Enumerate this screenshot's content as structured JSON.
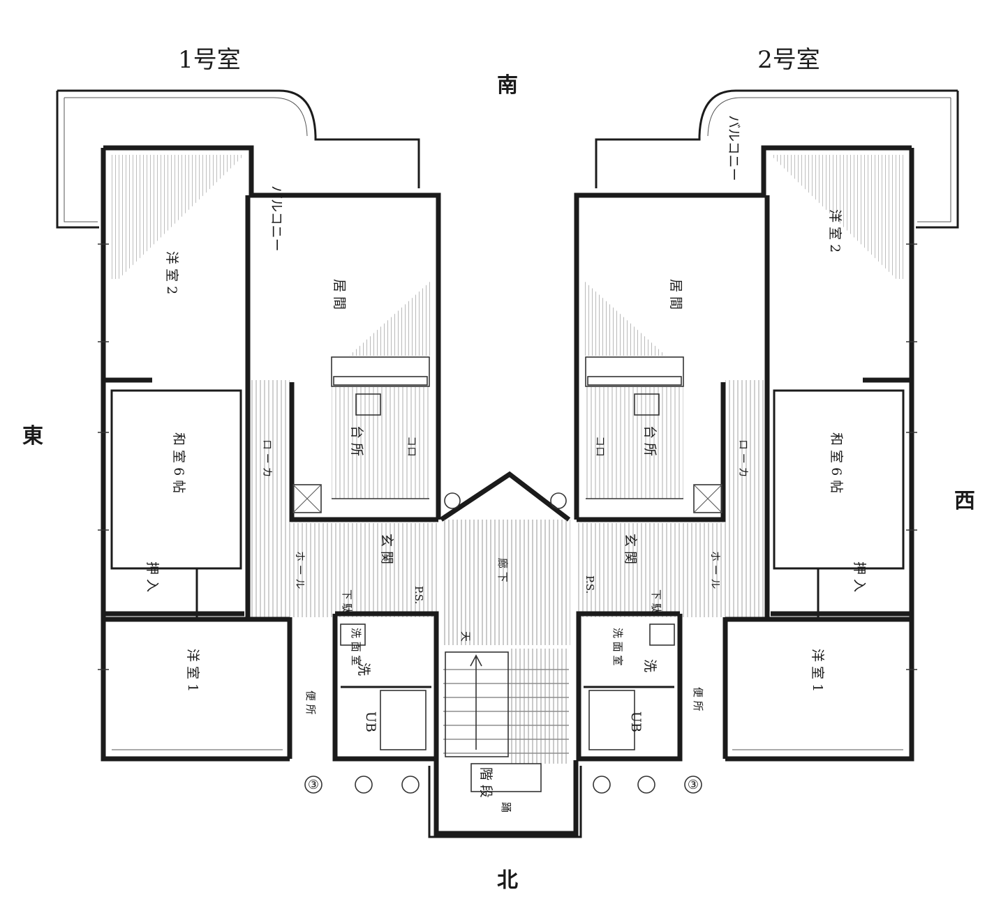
{
  "units": {
    "unit1": "1号室",
    "unit2": "2号室"
  },
  "compass": {
    "south": "南",
    "north": "北",
    "east": "東",
    "west": "西"
  },
  "rooms": {
    "balcony": "バルコニー",
    "western2": "洋 室 2",
    "living": "居 間",
    "japanese": "和 室 6 帖",
    "kitchen": "台 所",
    "stove": "コロ",
    "corridor": "ロ ー カ",
    "hall": "ホ ー ル",
    "entrance": "玄 関",
    "shoebox": "下 駄",
    "ps": "P.S.",
    "storage": "押 入",
    "western1": "洋 室 1",
    "washroom": "洗 面 室",
    "toilet": "便 所",
    "laundry": "洗",
    "ub": "UB",
    "tenjo": "天",
    "hallway": "廊 下",
    "stairs": "階 段",
    "landing": "踊"
  },
  "grid": {
    "marker": "③"
  }
}
